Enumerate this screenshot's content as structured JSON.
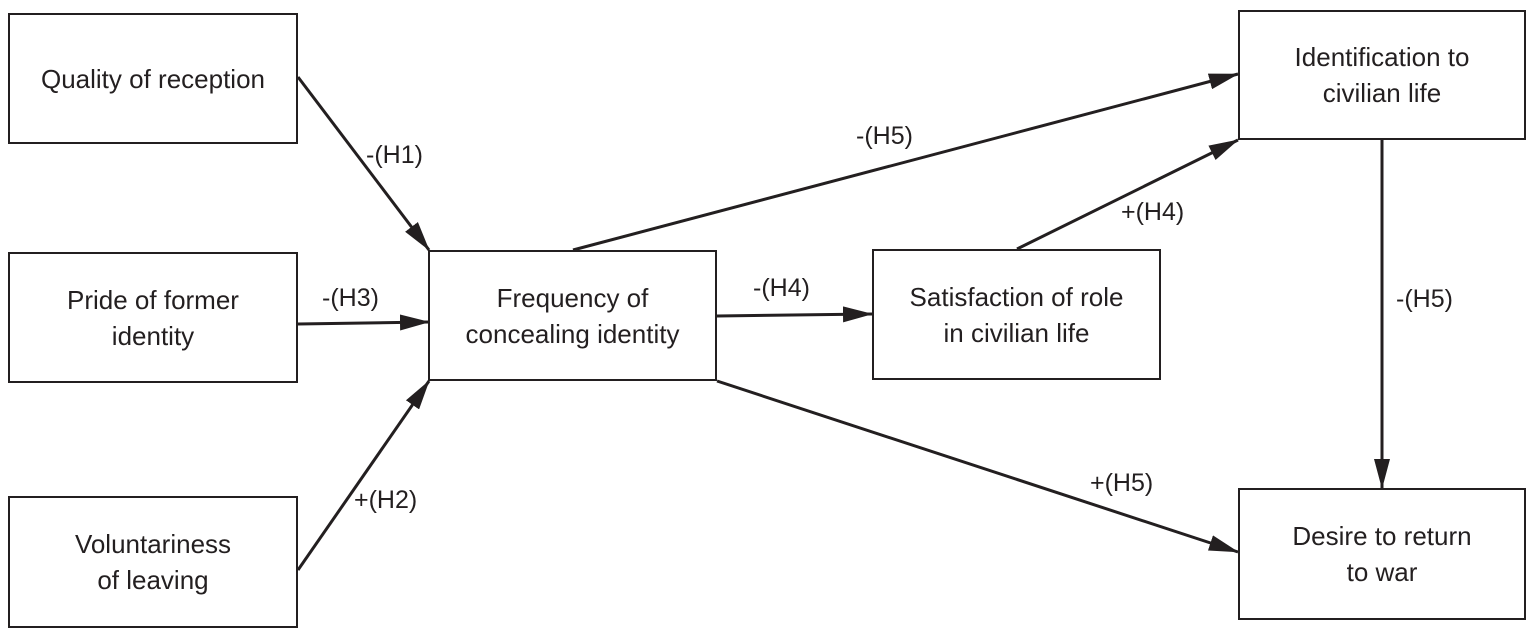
{
  "colors": {
    "line": "#231f20",
    "box_border": "#231f20",
    "background": "#ffffff"
  },
  "nodes": {
    "quality_of_reception": "Quality of reception",
    "pride_of_former_identity": "Pride of former\nidentity",
    "voluntariness_of_leaving": "Voluntariness\nof leaving",
    "frequency_of_concealing_identity": "Frequency of\nconcealing identity",
    "satisfaction_of_role": "Satisfaction of role\nin civilian life",
    "identification_to_civilian_life": "Identification to\ncivilian life",
    "desire_to_return_to_war": "Desire to return\nto war"
  },
  "edges": {
    "h1": "-(H1)",
    "h3": "-(H3)",
    "h2": "+(H2)",
    "h4_neg": "-(H4)",
    "h4_pos": "+(H4)",
    "h5_top": "-(H5)",
    "h5_right": "-(H5)",
    "h5_bottom": "+(H5)"
  }
}
